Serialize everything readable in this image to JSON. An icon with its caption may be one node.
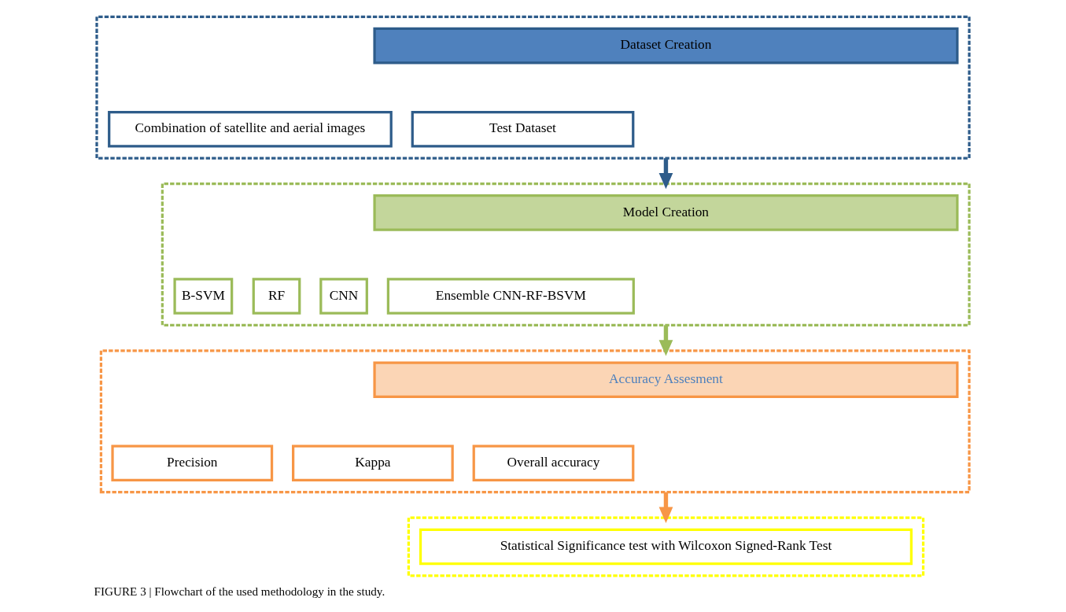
{
  "diagram": {
    "caption": "FIGURE 3 | Flowchart of the used methodology in the study.",
    "nodes": [
      {
        "text": [],
        "shape": "box"
      },
      {
        "text": [
          "Dataset Creation"
        ],
        "in": 0
      },
      {
        "text": [
          "Combination of satellite and aerial images"
        ],
        "in": 0
      },
      {
        "text": [
          "Test Dataset"
        ],
        "in": 0
      },
      {
        "text": [],
        "shape": "box"
      },
      {
        "text": [
          "Model Creation"
        ],
        "in": 4
      },
      {
        "text": [
          "B-SVM"
        ],
        "in": 4
      },
      {
        "text": [
          "RF"
        ],
        "in": 4
      },
      {
        "text": [
          "CNN"
        ],
        "in": 4
      },
      {
        "text": [
          "Ensemble CNN-RF-BSVM"
        ],
        "in": 4
      },
      {
        "text": [],
        "shape": "box"
      },
      {
        "text": [
          "Accuracy Assesment"
        ],
        "in": 10
      },
      {
        "text": [
          "Precision"
        ],
        "in": 10
      },
      {
        "text": [
          "Kappa"
        ],
        "in": 10
      },
      {
        "text": [
          "Overall accuracy"
        ],
        "in": 10
      },
      {
        "text": [],
        "shape": "box"
      },
      {
        "text": [
          "Statistical Significance test with Wilcoxon Signed-Rank Test"
        ],
        "in": 15
      }
    ],
    "edges": [
      {
        "from": 0,
        "to": 4,
        "arrow": "to",
        "color": "#2e5c8a"
      },
      {
        "from": 4,
        "to": 10,
        "arrow": "to",
        "color": "#9bbb59"
      },
      {
        "from": 10,
        "to": 15,
        "arrow": "to",
        "color": "#f79646"
      }
    ]
  }
}
